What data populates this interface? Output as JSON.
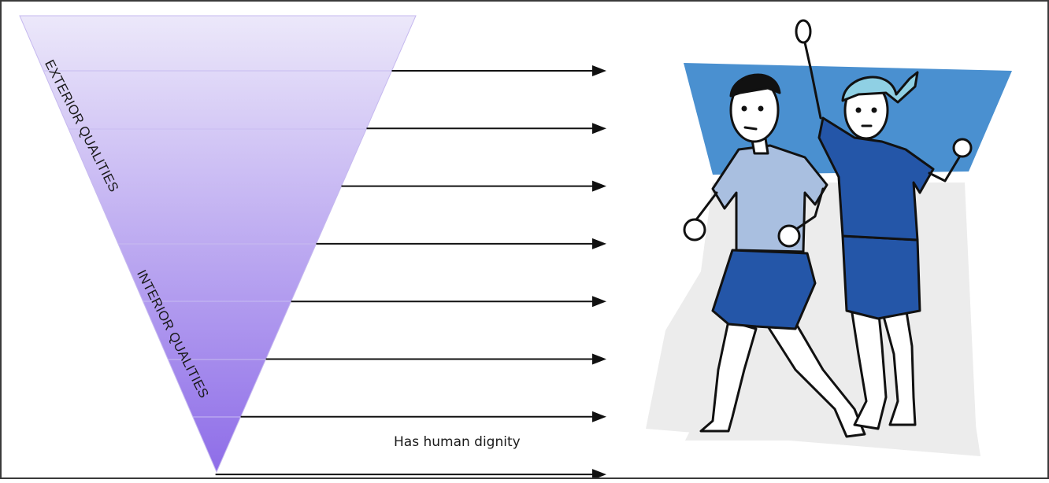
{
  "diagram": {
    "upper_label": "EXTERIOR QUALITIES",
    "lower_label": "INTERIOR QUALITIES",
    "caption": "Has human dignity",
    "arrow_count": 8
  },
  "colors": {
    "triangle_top": "#ece8fa",
    "triangle_bottom": "#8e6de8",
    "arrow": "#111111",
    "frame": "#3a3a3a",
    "illustration_blue": "#4a90d0",
    "shirt_light": "#a9bfe0",
    "clothing_dark": "#2456a8",
    "hair_light": "#8fd0e4",
    "background_gray": "#ececec"
  },
  "illustration": {
    "subject": "two-people-jumping"
  }
}
